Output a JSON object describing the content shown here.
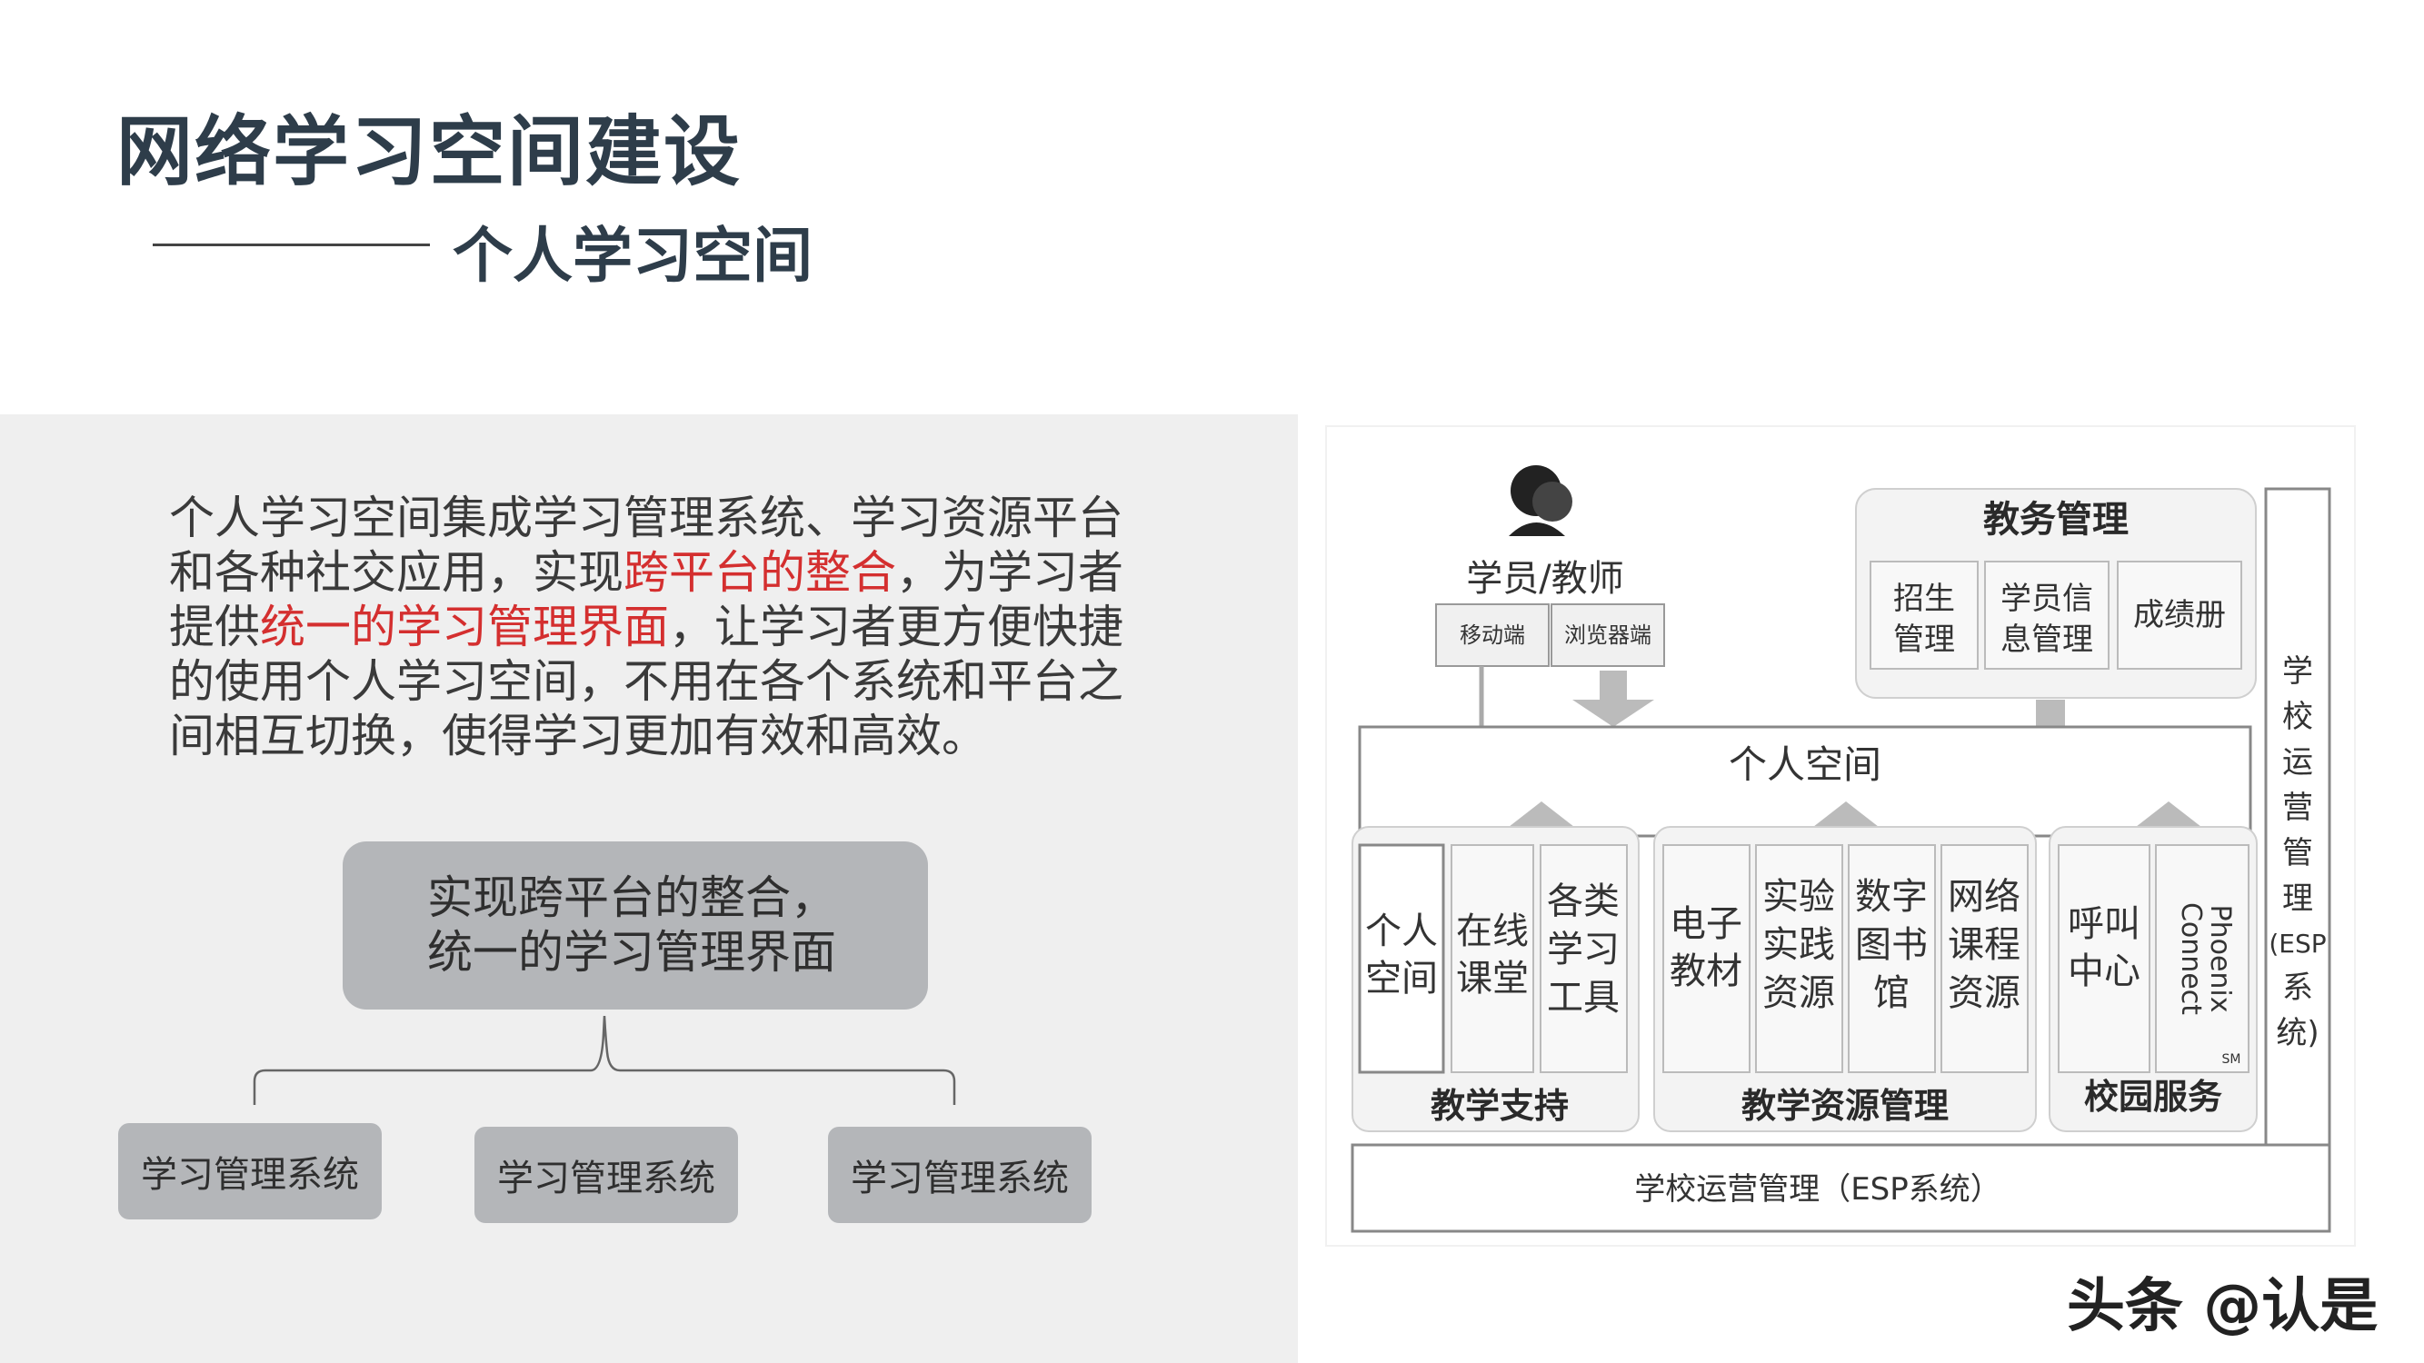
{
  "header": {
    "title": "网络学习空间建设",
    "subtitle": "个人学习空间"
  },
  "left": {
    "paragraph": {
      "p1": "个人学习空间集成学习管理系统、学习资源平台和各种社交应用，实现",
      "h1": "跨平台的整合",
      "p2": "，为学习者提供",
      "h2": "统一的学习管理界面",
      "p3": "，让学习者更方便快捷的使用个人学习空间，不用在各个系统和平台之间相互切换，使得学习更加有效和高效。"
    },
    "highlight_color": "#d42f2f",
    "main_box": {
      "line1": "实现跨平台的整合，",
      "line2": "统一的学习管理界面"
    },
    "systems": [
      "学习管理系统",
      "学习管理系统",
      "学习管理系统"
    ]
  },
  "diagram": {
    "user_icon": "people-icon",
    "user_label": "学员/教师",
    "user_devices": [
      "移动端",
      "浏览器端"
    ],
    "admin_title": "教务管理",
    "admin_items": [
      {
        "line1": "招生",
        "line2": "管理"
      },
      {
        "line1": "学员信",
        "line2": "息管理"
      },
      {
        "line1": "成绩册",
        "line2": ""
      }
    ],
    "space_label": "个人空间",
    "personal_space": {
      "line1": "个人",
      "line2": "空间"
    },
    "teaching_support": {
      "title": "教学支持",
      "items": [
        {
          "lines": [
            "在线",
            "课堂"
          ]
        },
        {
          "lines": [
            "各类",
            "学习",
            "工具"
          ]
        }
      ]
    },
    "resources": {
      "title": "教学资源管理",
      "items": [
        {
          "lines": [
            "电子",
            "教材"
          ]
        },
        {
          "lines": [
            "实验",
            "实践",
            "资源"
          ]
        },
        {
          "lines": [
            "数字",
            "图书",
            "馆"
          ]
        },
        {
          "lines": [
            "网络",
            "课程",
            "资源"
          ]
        }
      ]
    },
    "campus": {
      "title": "校园服务",
      "items": [
        {
          "lines": [
            "呼叫",
            "中心"
          ]
        },
        {
          "lines": [
            "Phoenix",
            "Connect",
            "SM"
          ]
        }
      ]
    },
    "side_label": [
      "学",
      "校",
      "运",
      "营",
      "管",
      "理",
      "(ESP",
      "系",
      "统)"
    ],
    "bottom_label": "学校运营管理（ESP系统）"
  },
  "watermark": "头条 @认是"
}
